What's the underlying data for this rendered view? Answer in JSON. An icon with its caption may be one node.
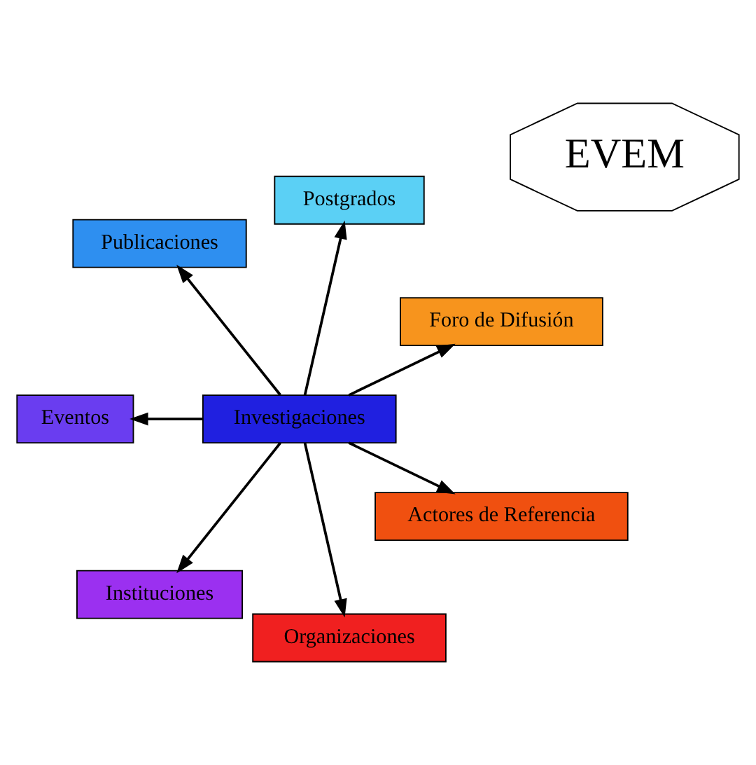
{
  "diagram": {
    "nodes": [
      {
        "text": [
          "EVEM"
        ]
      },
      {
        "text": [
          "Foro de Difusión"
        ]
      },
      {
        "text": [
          "Postgrados"
        ]
      },
      {
        "text": [
          "Publicaciones"
        ]
      },
      {
        "text": [
          "Investigaciones"
        ]
      },
      {
        "text": [
          "Eventos"
        ]
      },
      {
        "text": [
          "Instituciones"
        ]
      },
      {
        "text": [
          "Organizaciones"
        ]
      },
      {
        "text": [
          "Actores de Referencia"
        ]
      }
    ],
    "edges": [
      {
        "from": 4,
        "to": 1,
        "arrow": "to"
      },
      {
        "from": 4,
        "to": 2,
        "arrow": "to"
      },
      {
        "from": 4,
        "to": 3,
        "arrow": "to"
      },
      {
        "from": 4,
        "to": 8,
        "arrow": "to"
      },
      {
        "from": 4,
        "to": 7,
        "arrow": "to"
      },
      {
        "from": 4,
        "to": 6,
        "arrow": "to"
      },
      {
        "from": 4,
        "to": 5,
        "arrow": "to"
      }
    ]
  }
}
